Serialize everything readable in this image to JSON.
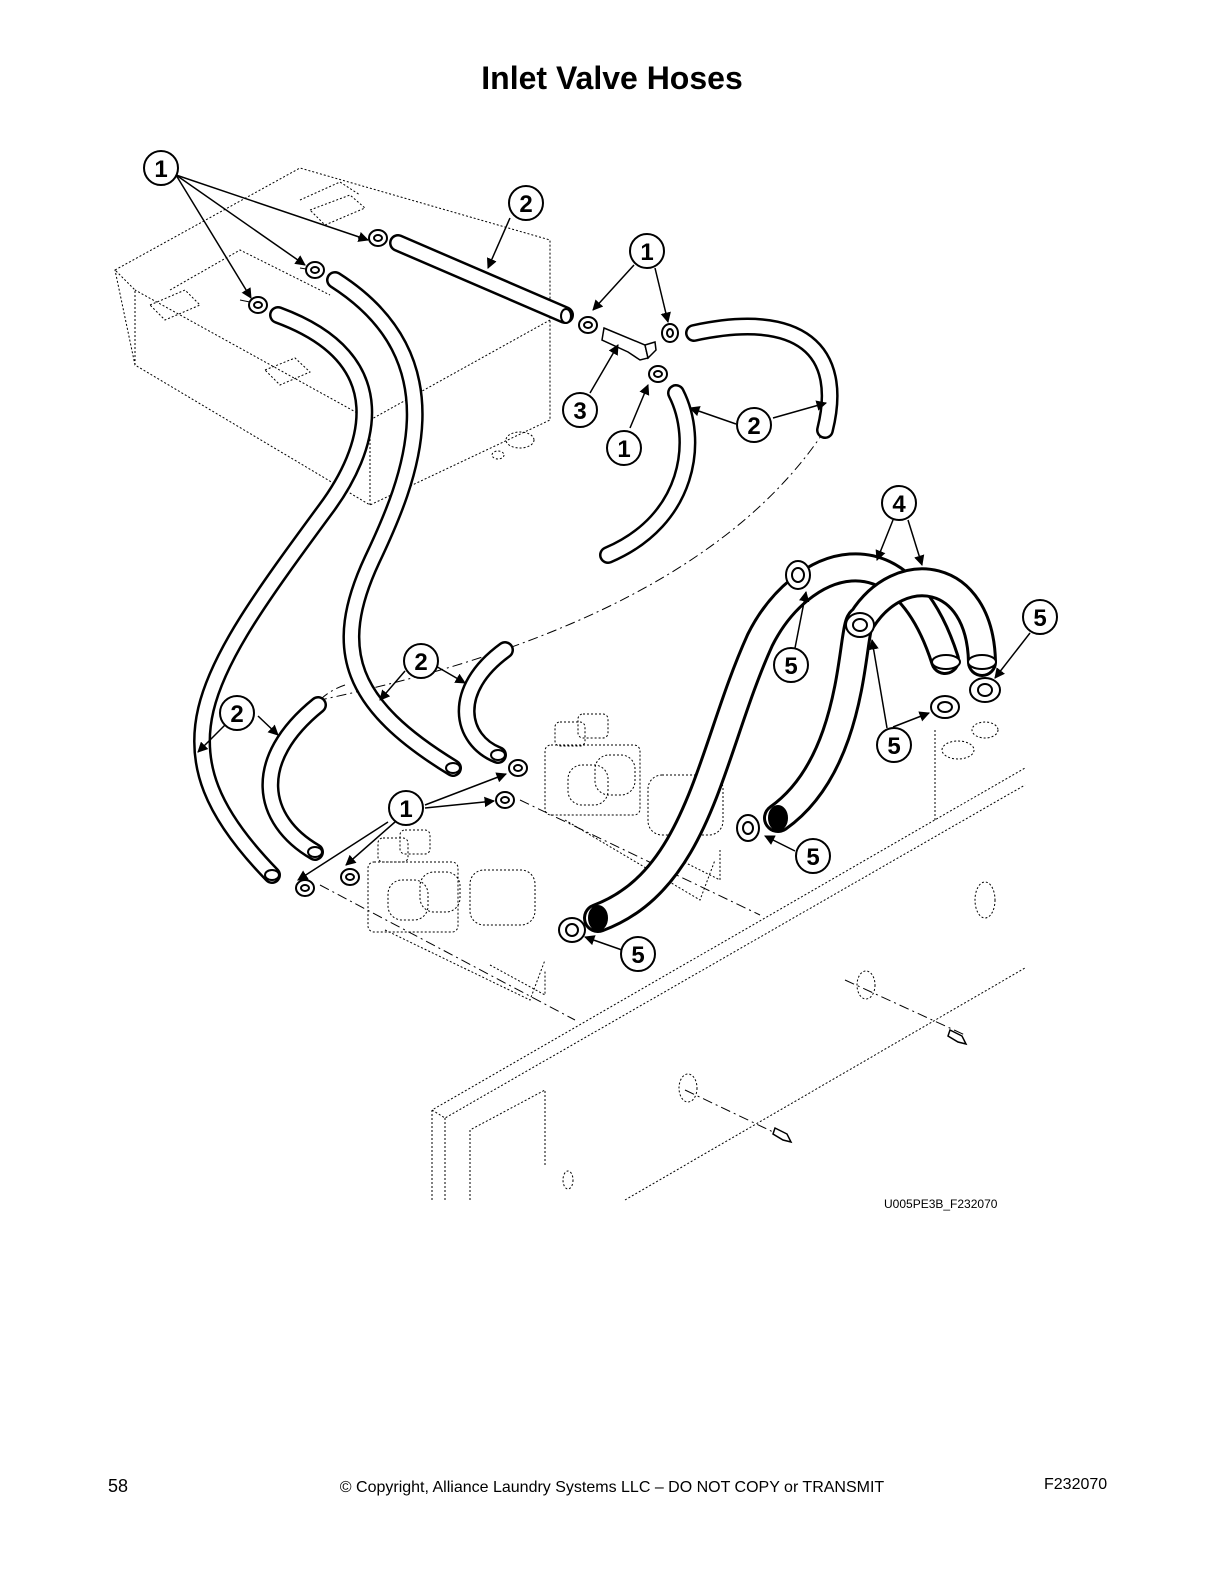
{
  "page": {
    "title": "Inlet Valve Hoses",
    "figure_id": "U005PE3B_F232070",
    "page_number": "58",
    "copyright": "© Copyright, Alliance Laundry Systems LLC – DO NOT COPY or TRANSMIT",
    "document_ref": "F232070"
  },
  "callouts": [
    {
      "id": "c1a",
      "label": "1"
    },
    {
      "id": "c2a",
      "label": "2"
    },
    {
      "id": "c1b",
      "label": "1"
    },
    {
      "id": "c3",
      "label": "3"
    },
    {
      "id": "c1c",
      "label": "1"
    },
    {
      "id": "c2b",
      "label": "2"
    },
    {
      "id": "c4",
      "label": "4"
    },
    {
      "id": "c5a",
      "label": "5"
    },
    {
      "id": "c5b",
      "label": "5"
    },
    {
      "id": "c5c",
      "label": "5"
    },
    {
      "id": "c2c",
      "label": "2"
    },
    {
      "id": "c2d",
      "label": "2"
    },
    {
      "id": "c5d",
      "label": "5"
    },
    {
      "id": "c1d",
      "label": "1"
    },
    {
      "id": "c5e",
      "label": "5"
    }
  ]
}
